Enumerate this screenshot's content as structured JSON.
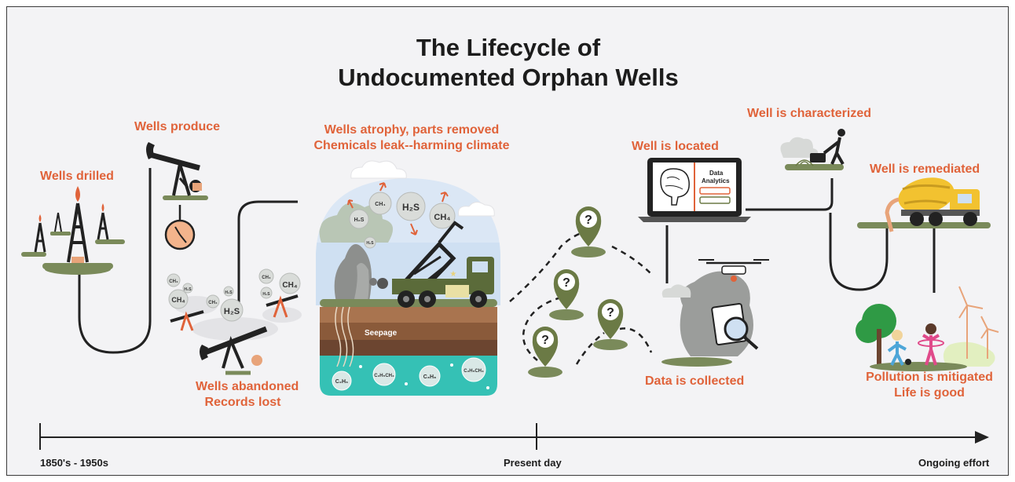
{
  "title": {
    "line1": "The Lifecycle of",
    "line2": "Undocumented Orphan Wells"
  },
  "stages": {
    "drilled": "Wells drilled",
    "produce": "Wells produce",
    "abandoned_1": "Wells abandoned",
    "abandoned_2": "Records lost",
    "atrophy_1": "Wells atrophy, parts removed",
    "atrophy_2": "Chemicals leak--harming climate",
    "located": "Well is located",
    "collected": "Data is collected",
    "characterized": "Well is characterized",
    "remediated": "Well is remediated",
    "mitigated_1": "Pollution is mitigated",
    "mitigated_2": "Life is good"
  },
  "scene_labels": {
    "seepage": "Seepage",
    "laptop_screen_1": "Data",
    "laptop_screen_2": "Analytics"
  },
  "chemicals": {
    "h2s": "H₂S",
    "ch4": "CH₄",
    "c2h6": "C₂H₆",
    "c3h8": "C₃H₈",
    "c2h5ch3": "C₂H₅CH₃"
  },
  "timeline": {
    "start": "1850's - 1950s",
    "middle": "Present day",
    "end": "Ongoing effort"
  },
  "icons": {
    "location_marker": "?",
    "star": "★"
  },
  "colors": {
    "accent_orange": "#e0633a",
    "ground_green": "#7a8a5a",
    "truck_green": "#5b6b3a",
    "water_teal": "#35c1b5",
    "soil_brown": "#8a5a3a"
  }
}
